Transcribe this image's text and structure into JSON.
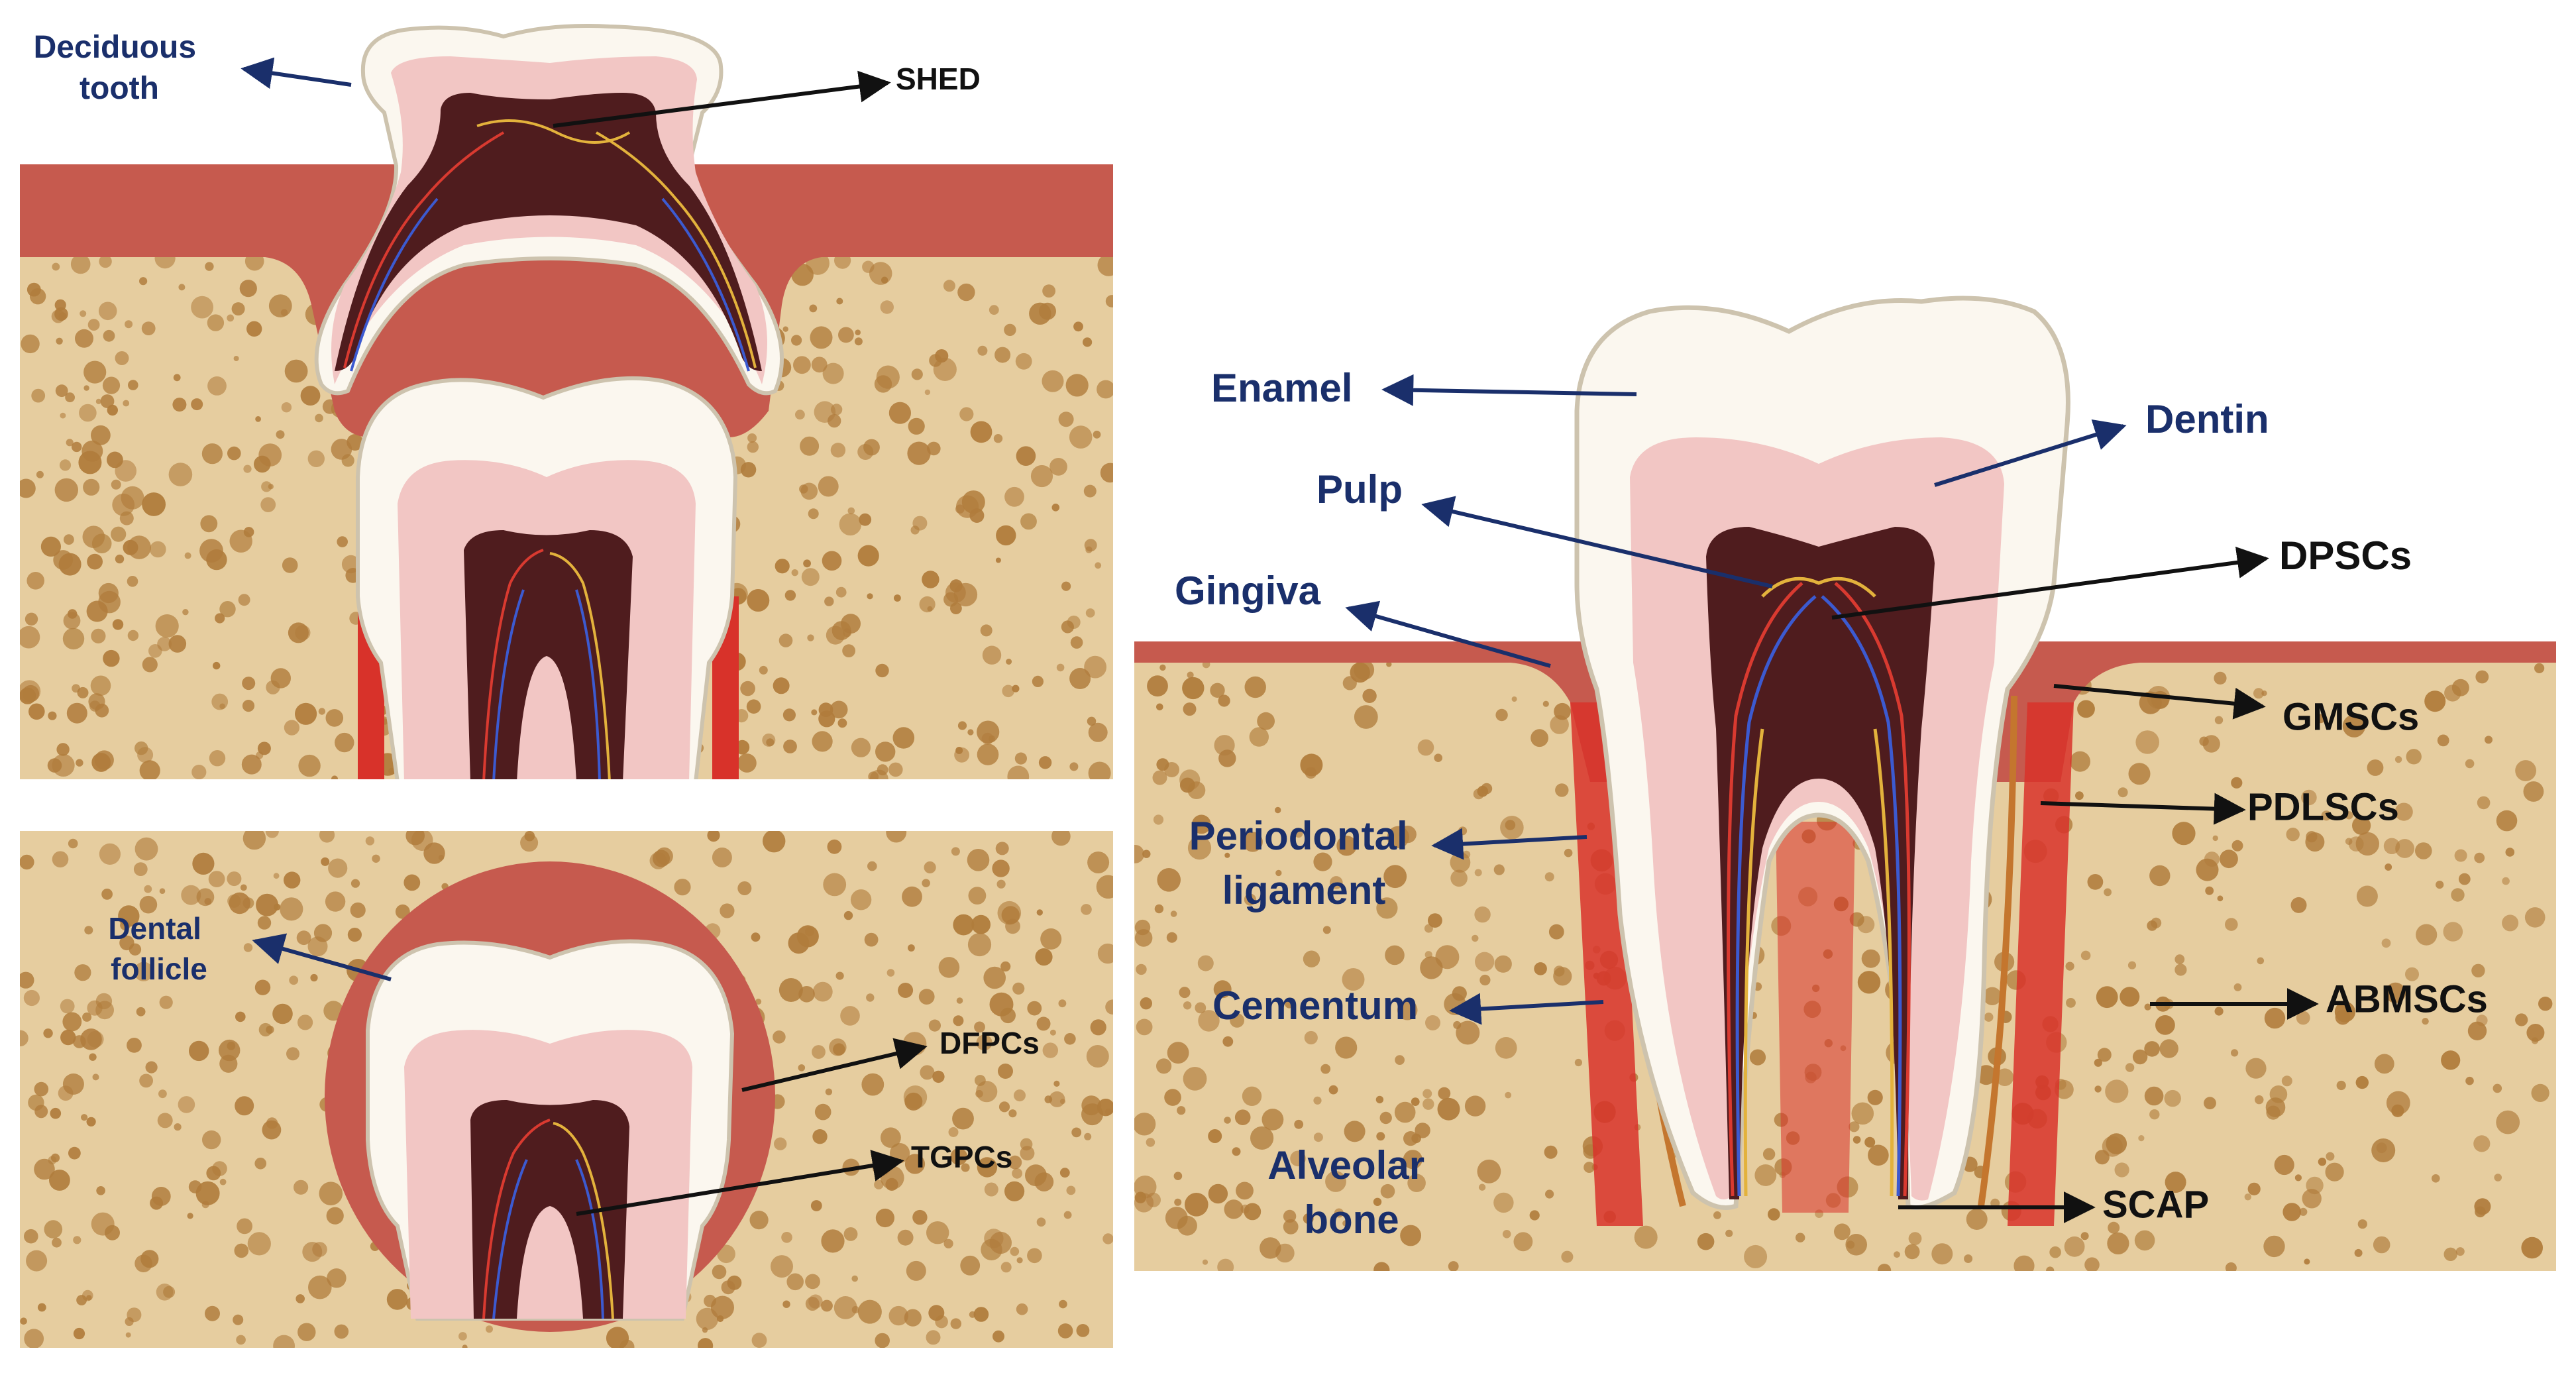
{
  "colors": {
    "bone": "#e6cd9f",
    "bone_dot": "#b07c3c",
    "gingiva": "#c65a4e",
    "enamel": "#fbf7ef",
    "enamel_edge": "#cdc3ae",
    "dentin": "#f2c6c4",
    "dentin_line": "#e3a4a1",
    "pulp": "#4f1c1e",
    "ligament": "#d8322a",
    "cementum": "#c4762e",
    "label_blue": "#1a2f6b",
    "label_black": "#111111"
  },
  "panels": {
    "deciduous": {
      "labels": {
        "deciduous_tooth": [
          "Deciduous",
          "tooth"
        ],
        "shed": "SHED"
      }
    },
    "follicle": {
      "labels": {
        "dental_follicle": [
          "Dental",
          "follicle"
        ],
        "dfpcs": "DFPCs",
        "tgpcs": "TGPCs"
      }
    },
    "adult": {
      "labels": {
        "enamel": "Enamel",
        "dentin": "Dentin",
        "pulp": "Pulp",
        "dpscs": "DPSCs",
        "gingiva": "Gingiva",
        "gmscs": "GMSCs",
        "periodontal_ligament": [
          "Periodontal",
          "ligament"
        ],
        "pdlscs": "PDLSCs",
        "cementum": "Cementum",
        "abmscs": "ABMSCs",
        "alveolar_bone": [
          "Alveolar",
          "bone"
        ],
        "scap": "SCAP"
      }
    }
  }
}
